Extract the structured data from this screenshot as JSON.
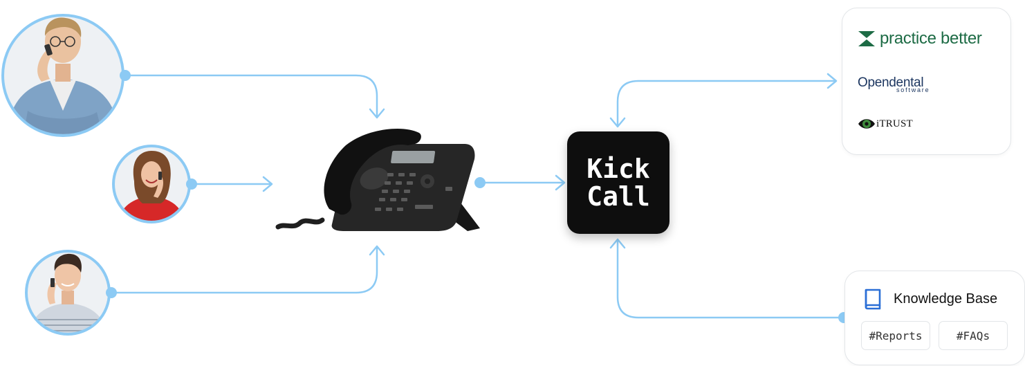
{
  "kickcall": {
    "label": "Kick\nCall",
    "bg_color": "#0e0e0e",
    "text_color": "#ffffff"
  },
  "connector_color": "#8ccaf4",
  "callers": [
    {
      "name": "caller-man-glasses",
      "icon": "person-on-phone"
    },
    {
      "name": "caller-woman-red",
      "icon": "person-on-phone"
    },
    {
      "name": "caller-young-man",
      "icon": "person-on-phone"
    }
  ],
  "phone": {
    "icon": "desk-phone-icon"
  },
  "integrations": [
    {
      "name": "practice better",
      "color": "#1d6b45"
    },
    {
      "name": "Opendental",
      "subtitle": "software",
      "color": "#1c3660"
    },
    {
      "name": "iTRUST",
      "color": "#111111"
    }
  ],
  "knowledge_base": {
    "title": "Knowledge Base",
    "icon": "book-icon",
    "icon_color": "#2b6fd6",
    "tags": [
      "#Reports",
      "#FAQs"
    ]
  }
}
